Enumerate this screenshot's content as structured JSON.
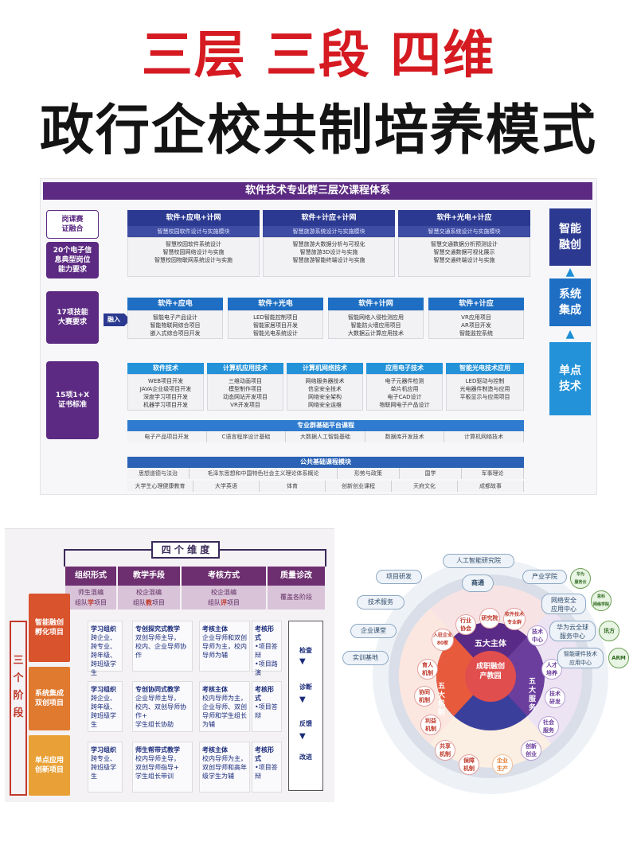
{
  "title_line1": "三层 三段 四维",
  "title_line2": "政行企校共制培养模式",
  "top_panel": {
    "banner": "软件技术专业群三层次课程体系",
    "left_labels": [
      "岗课赛\n证融合",
      "20个电子信\n息典型岗位\n能力要求",
      "17项技能\n大赛要求",
      "15项1+X\n证书标准"
    ],
    "input_label": "融入",
    "right_labels": [
      "智能\n融创",
      "系统\n集成",
      "单点\n技术"
    ],
    "layer1": [
      {
        "title": "软件+应电+计网",
        "sub": "智慧校园软件设计与实施模块",
        "items": [
          "智慧校园软件系统设计",
          "智慧校园网络设计与实施",
          "智慧校园物联网系统设计与实施"
        ]
      },
      {
        "title": "软件+计应+计网",
        "sub": "智慧旅游系统设计与实施模块",
        "items": [
          "智慧旅游大数据分析与可视化",
          "智慧旅游3D设计与实施",
          "智慧旅游智能终端设计与实施"
        ]
      },
      {
        "title": "软件+光电+计应",
        "sub": "智慧交通系统设计与实施模块",
        "items": [
          "智慧交通数据分析预测设计",
          "智慧交通数据可视化展示",
          "智慧交通终端设计与实施"
        ]
      }
    ],
    "layer2": [
      {
        "title": "软件+应电",
        "items": [
          "智能电子产品设计",
          "智能物联网综合项目",
          "嵌入式综合项目开发"
        ]
      },
      {
        "title": "软件+光电",
        "items": [
          "LED智能控制项目",
          "智能家居项目开发",
          "智能光电系统设计"
        ]
      },
      {
        "title": "软件+计网",
        "items": [
          "智能网络入侵检测应用",
          "智能防火墙应用项目",
          "大数据云计算应用技术"
        ]
      },
      {
        "title": "软件+计应",
        "items": [
          "VR应用项目",
          "AR项目开发",
          "智能监控系统"
        ]
      }
    ],
    "layer3": [
      {
        "title": "软件技术",
        "items": [
          "WEB项目开发",
          "JAVA企业级项目开发",
          "深度学习项目开发",
          "机器学习项目开发"
        ]
      },
      {
        "title": "计算机应用技术",
        "items": [
          "三维动画项目",
          "模型制作项目",
          "动态网站开发项目",
          "VR开发项目"
        ]
      },
      {
        "title": "计算机网络技术",
        "items": [
          "网络服务器技术",
          "信息安全技术",
          "网络安全架构",
          "网络安全运维"
        ]
      },
      {
        "title": "应用电子技术",
        "items": [
          "电子元器件检测",
          "单片机应用",
          "电子CAD设计",
          "物联网电子产品设计"
        ]
      },
      {
        "title": "智能光电技术应用",
        "items": [
          "LED驱动与控制",
          "光电器件制造与应用",
          "平板显示与应用项目"
        ]
      }
    ],
    "platform": {
      "title": "专业群基础平台课程",
      "items": [
        "电子产品项目开发",
        "C语言程序设计基础",
        "大数据人工智能基础",
        "数据库开发技术",
        "计算机网络技术"
      ]
    },
    "public": {
      "title": "公共基础课程模块",
      "row1": [
        "思想道德与法治",
        "毛泽东思想和中国特色社会主义理论体系概论",
        "形势与政策",
        "国学",
        "军事理论"
      ],
      "row2": [
        "大学生心理健康教育",
        "大学英语",
        "体育",
        "创新创业课程",
        "天府文化",
        "成都故事"
      ]
    }
  },
  "dimensions": {
    "title": "四 个 维 度",
    "stages_label": "三\n个\n阶\n段",
    "columns": [
      {
        "header": "组织形式",
        "sub1": "师生混编",
        "sub2_pre": "组队",
        "sub2_hl": "学",
        "sub2_post": "项目"
      },
      {
        "header": "教学手段",
        "sub1": "校企混编",
        "sub2_pre": "组队",
        "sub2_hl": "教",
        "sub2_post": "项目"
      },
      {
        "header": "考核方式",
        "sub1": "校企混编",
        "sub2_pre": "组队",
        "sub2_hl": "评",
        "sub2_post": "项目"
      },
      {
        "header": "质量诊改",
        "sub1": "",
        "sub2_pre": "覆盖各阶段",
        "sub2_hl": "",
        "sub2_post": ""
      }
    ],
    "stages": [
      {
        "label": "智能融创\n孵化项目",
        "org": {
          "k": "学习组织",
          "t": "跨企业、\n跨专业、\n跨年级、\n跨班级学生"
        },
        "teach": {
          "k": "专创探究式教学",
          "t": "双创导师主导，\n校内、企业导师协作"
        },
        "eval": {
          "k": "考核主体",
          "t": "企业导师和双创\n导师为主，校内\n导师为辅"
        },
        "form": {
          "k": "考核形式",
          "t": "•项目答辩\n•项目路演"
        }
      },
      {
        "label": "系统集成\n双创项目",
        "org": {
          "k": "学习组织",
          "t": "跨企业、\n跨年级、\n跨班级学生"
        },
        "teach": {
          "k": "专创协同式教学",
          "t": "企业导师主导，\n校内、双创导师协作+\n学生组长协助"
        },
        "eval": {
          "k": "考核主体",
          "t": "校内导师为主，\n企业导师、双创\n导师和学生组长\n为辅"
        },
        "form": {
          "k": "考核形式",
          "t": "•项目答辩"
        }
      },
      {
        "label": "单点应用\n创新项目",
        "org": {
          "k": "学习组织",
          "t": "跨专业、\n跨班级学生"
        },
        "teach": {
          "k": "师生帮带式教学",
          "t": "校内导师主导，\n双创导师指导+\n学生组长带训"
        },
        "eval": {
          "k": "考核主体",
          "t": "校内导师为主，\n双创导师和高年\n级学生为辅"
        },
        "form": {
          "k": "考核形式",
          "t": "•项目答辩"
        }
      }
    ],
    "quality_flow": [
      "检查",
      "诊断",
      "反馈",
      "改进"
    ]
  },
  "wheel": {
    "center": "成职融创\n产教园",
    "inner_left": "五大机制",
    "inner_top": "五大主体",
    "inner_right": "五大服务",
    "subjects": [
      "行业\n协会",
      "研究院",
      "软件技术\n专业群",
      "技术\n中心",
      "入驻企业\n80家"
    ],
    "mechanisms": [
      "育人\n机制",
      "协同\n机制",
      "利益\n机制",
      "共享\n机制",
      "保障\n机制"
    ],
    "services": [
      "人才\n培养",
      "技术\n研发",
      "社会\n服务",
      "创新\n创业",
      "企业\n生产"
    ],
    "outer_top": "人工智能研究院",
    "outer_top_sub": "商通",
    "left_pills": [
      "项目研发",
      "技术服务",
      "企业课堂",
      "实训基地"
    ],
    "right_pills": [
      "产业学院",
      "网络安全\n应用中心",
      "华为云全球\n服务中心",
      "智能硬件技术\n应用中心"
    ],
    "right_badges": [
      "华为\n服务云",
      "思科\n网络学院",
      "讯方",
      "ARM"
    ]
  },
  "colors": {
    "purple": "#5c2a82",
    "blue": "#2e7bcf",
    "darkblue": "#2b3990",
    "red": "#d51a21",
    "magenta": "#6d2f6f"
  }
}
